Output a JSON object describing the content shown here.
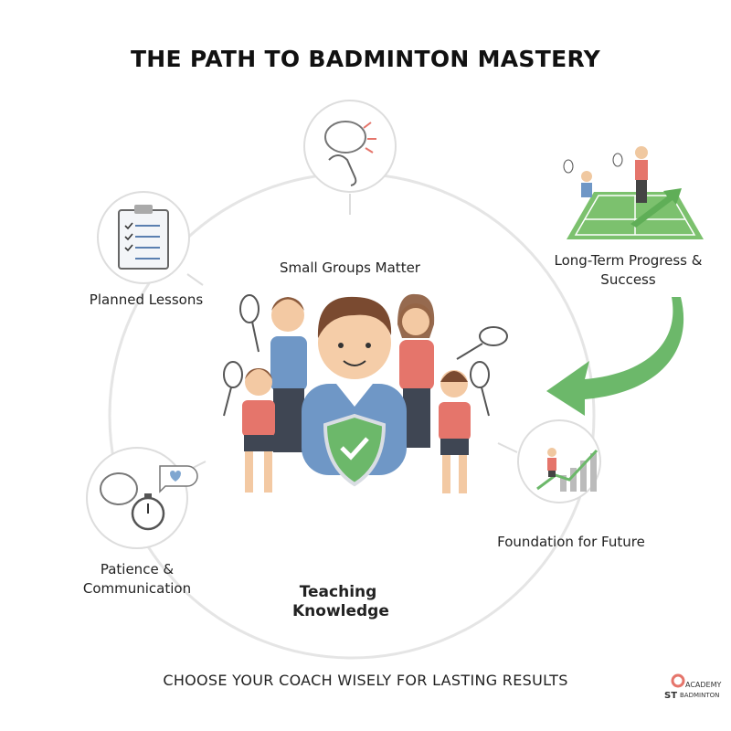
{
  "title": "THE PATH TO BADMINTON MASTERY",
  "steps": [
    {
      "label": "Small Groups Matter",
      "icon": "hand-brain-icon"
    },
    {
      "label": "Planned Lessons",
      "icon": "clipboard-checklist-icon"
    },
    {
      "label": "Patience & Communication",
      "icon": "brain-stopwatch-heart-icon"
    },
    {
      "label": "Teaching Knowledge",
      "icon": "coach-shield-icon"
    },
    {
      "label": "Foundation for Future",
      "icon": "growth-chart-icon"
    },
    {
      "label": "Long-Term Progress & Success",
      "icon": "badminton-court-icon"
    }
  ],
  "footer": "CHOOSE YOUR COACH WISELY FOR LASTING RESULTS",
  "logo": {
    "text": "ST ACADEMY BADMINTON"
  },
  "colors": {
    "accent_green": "#6cb86a",
    "shirt_blue": "#6f97c6",
    "shirt_red": "#e5756b",
    "ring_grey": "#e3e3e3"
  }
}
